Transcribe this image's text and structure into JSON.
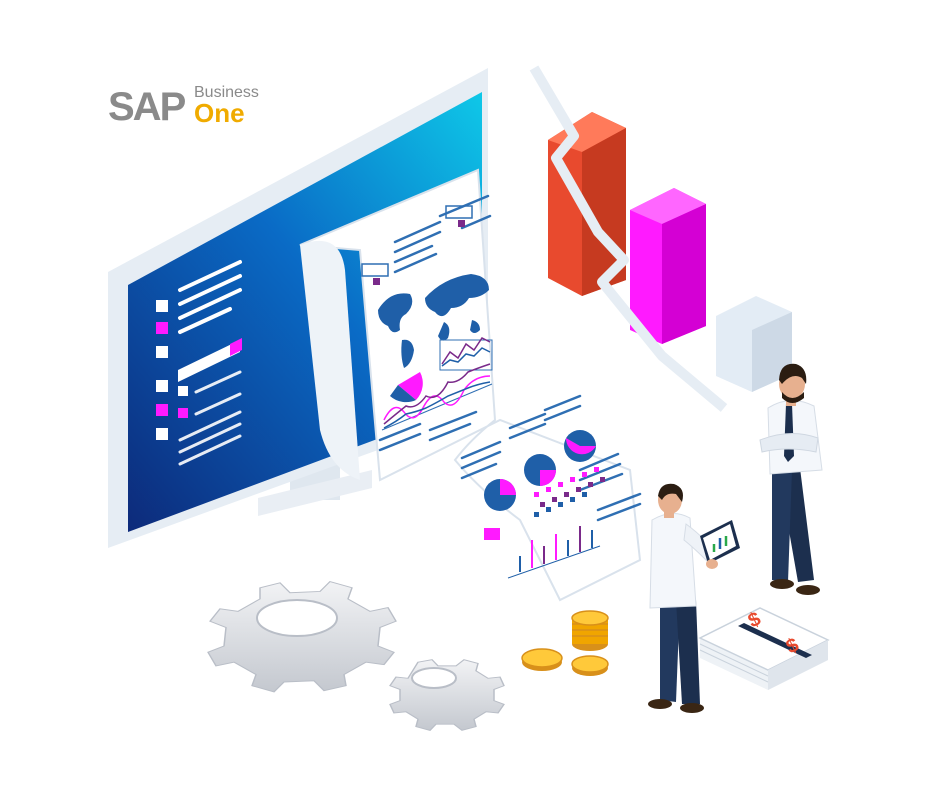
{
  "logo": {
    "sap": "SAP",
    "business": "Business",
    "one": "One"
  },
  "colors": {
    "screen_dark": "#0d2a7a",
    "screen_light": "#0ec8e8",
    "magenta": "#ff1aff",
    "red": "#e84a2e",
    "gold": "#f0a500",
    "navy": "#1c2f4e"
  },
  "illustration": {
    "dollar_sign": "$"
  }
}
